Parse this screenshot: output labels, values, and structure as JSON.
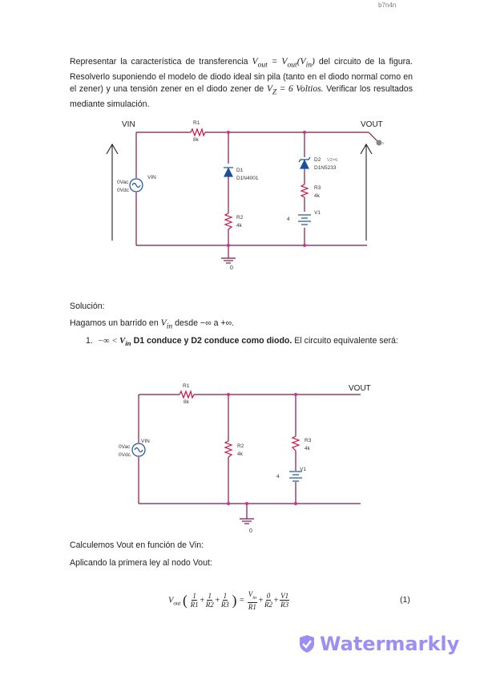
{
  "header": {
    "code": "b7n4n"
  },
  "intro": {
    "p1": "Representar la característica de transferencia",
    "formula_vout": "V",
    "formula_tail": "del circuito de la figura. Resolverlo suponiendo el modelo de diodo ideal sin pila (tanto en el diodo normal como en el zener) y una tensión zener en el diodo zener de",
    "vz_expr": "V_Z = 6 Voltios.",
    "p2": "Verificar los resultados mediante simulación."
  },
  "circuit1": {
    "vin_label": "VIN",
    "vout_label": "VOUT",
    "r1": {
      "name": "R1",
      "value": "8k"
    },
    "d1": {
      "name": "D1",
      "model": "D1N4001"
    },
    "r2": {
      "name": "R2",
      "value": "4k"
    },
    "d2": {
      "name": "D2",
      "model": "D1N5233",
      "param": "VZ=6"
    },
    "r3": {
      "name": "R3",
      "value": "4k"
    },
    "v1": {
      "name": "V1",
      "value": "4"
    },
    "source": {
      "name": "VIN",
      "vac": "0Vac",
      "vdc": "0Vdc"
    },
    "ground": "0",
    "probe": "v"
  },
  "solucion": "Solución:",
  "barrido": {
    "pre": "Hagamos un barrido en",
    "var": "V",
    "post": "desde −∞ a +∞."
  },
  "case1": {
    "number": "1.",
    "cond": "−∞ < V",
    "bold": "D1 conduce y D2 conduce como diodo.",
    "rest": "El circuito equivalente será:"
  },
  "circuit2": {
    "vout_label": "VOUT",
    "r1": {
      "name": "R1",
      "value": "8k"
    },
    "r2": {
      "name": "R2",
      "value": "4k"
    },
    "r3": {
      "name": "R3",
      "value": "4k"
    },
    "v1": {
      "name": "V1",
      "value": "4"
    },
    "source": {
      "name": "VIN",
      "vac": "0Vac",
      "vdc": "0Vdc"
    },
    "ground": "0"
  },
  "calc": "Calculemos Vout en función de Vin:",
  "kirchhoff": "Aplicando la primera ley al nodo Vout:",
  "equation": {
    "number": "(1)"
  },
  "watermark": {
    "text": "Watermarkly"
  },
  "colors": {
    "wire": "#7a1a4a",
    "node": "#d42a9a",
    "resistor": "#d01040",
    "source": "#1a4fa0",
    "watermark": "#9b8ef5"
  }
}
